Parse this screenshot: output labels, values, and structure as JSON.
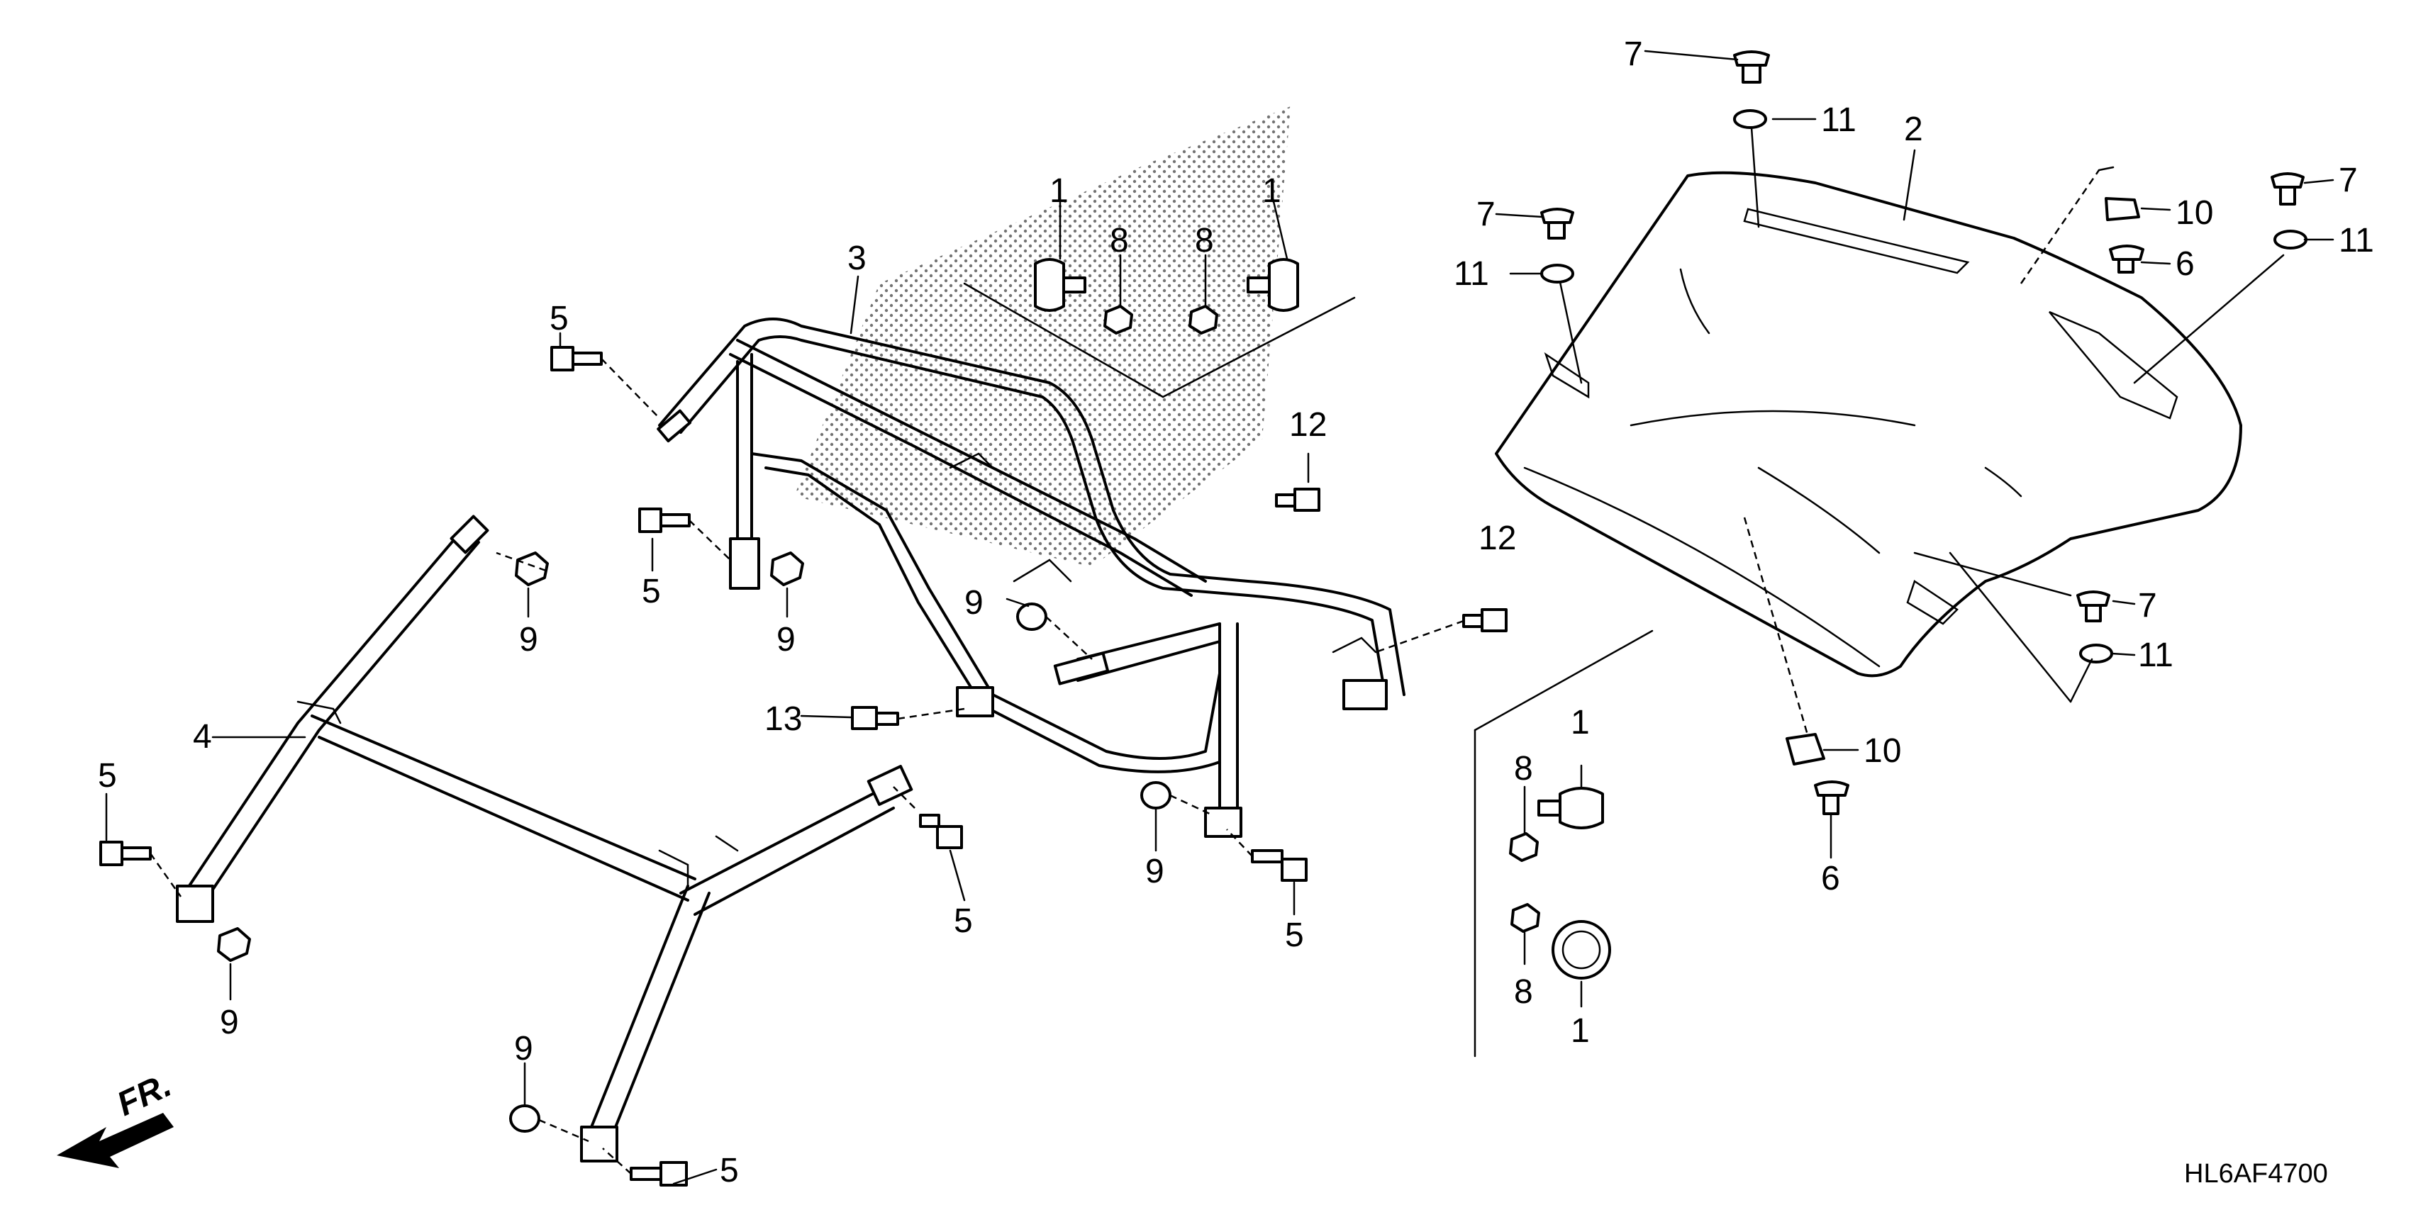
{
  "diagram_code": "HL6AF4700",
  "front_label": "FR.",
  "icons": [
    "front-direction-arrow-icon"
  ],
  "callouts": [
    {
      "id": "c1a",
      "text": "1"
    },
    {
      "id": "c1b",
      "text": "1"
    },
    {
      "id": "c1c",
      "text": "1"
    },
    {
      "id": "c1d",
      "text": "1"
    },
    {
      "id": "c2",
      "text": "2"
    },
    {
      "id": "c3",
      "text": "3"
    },
    {
      "id": "c4",
      "text": "4"
    },
    {
      "id": "c5a",
      "text": "5"
    },
    {
      "id": "c5b",
      "text": "5"
    },
    {
      "id": "c5c",
      "text": "5"
    },
    {
      "id": "c5d",
      "text": "5"
    },
    {
      "id": "c5e",
      "text": "5"
    },
    {
      "id": "c5f",
      "text": "5"
    },
    {
      "id": "c6a",
      "text": "6"
    },
    {
      "id": "c6b",
      "text": "6"
    },
    {
      "id": "c7a",
      "text": "7"
    },
    {
      "id": "c7b",
      "text": "7"
    },
    {
      "id": "c7c",
      "text": "7"
    },
    {
      "id": "c7d",
      "text": "7"
    },
    {
      "id": "c8a",
      "text": "8"
    },
    {
      "id": "c8b",
      "text": "8"
    },
    {
      "id": "c8c",
      "text": "8"
    },
    {
      "id": "c8d",
      "text": "8"
    },
    {
      "id": "c9a",
      "text": "9"
    },
    {
      "id": "c9b",
      "text": "9"
    },
    {
      "id": "c9c",
      "text": "9"
    },
    {
      "id": "c9d",
      "text": "9"
    },
    {
      "id": "c9e",
      "text": "9"
    },
    {
      "id": "c9f",
      "text": "9"
    },
    {
      "id": "c10a",
      "text": "10"
    },
    {
      "id": "c10b",
      "text": "10"
    },
    {
      "id": "c11a",
      "text": "11"
    },
    {
      "id": "c11b",
      "text": "11"
    },
    {
      "id": "c11c",
      "text": "11"
    },
    {
      "id": "c11d",
      "text": "11"
    },
    {
      "id": "c12a",
      "text": "12"
    },
    {
      "id": "c12b",
      "text": "12"
    },
    {
      "id": "c13",
      "text": "13"
    }
  ]
}
